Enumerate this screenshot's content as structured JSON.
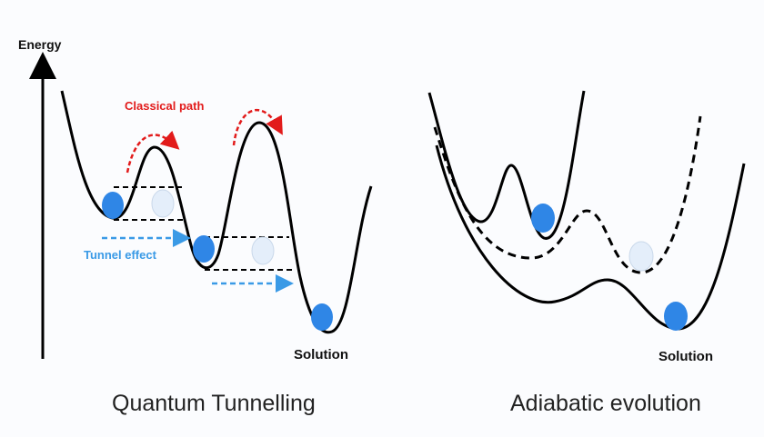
{
  "left_panel": {
    "axis_label": "Energy",
    "classical_label": "Classical path",
    "tunnel_label": "Tunnel effect",
    "solution_label": "Solution",
    "title": "Quantum Tunnelling"
  },
  "right_panel": {
    "solution_label": "Solution",
    "title": "Adiabatic evolution"
  },
  "colors": {
    "ball": "#2f86e6",
    "ghost_ball": "#e4eefa",
    "classical_arrow": "#e21b1b",
    "tunnel_arrow": "#3a9ae6",
    "curve": "#000000"
  }
}
